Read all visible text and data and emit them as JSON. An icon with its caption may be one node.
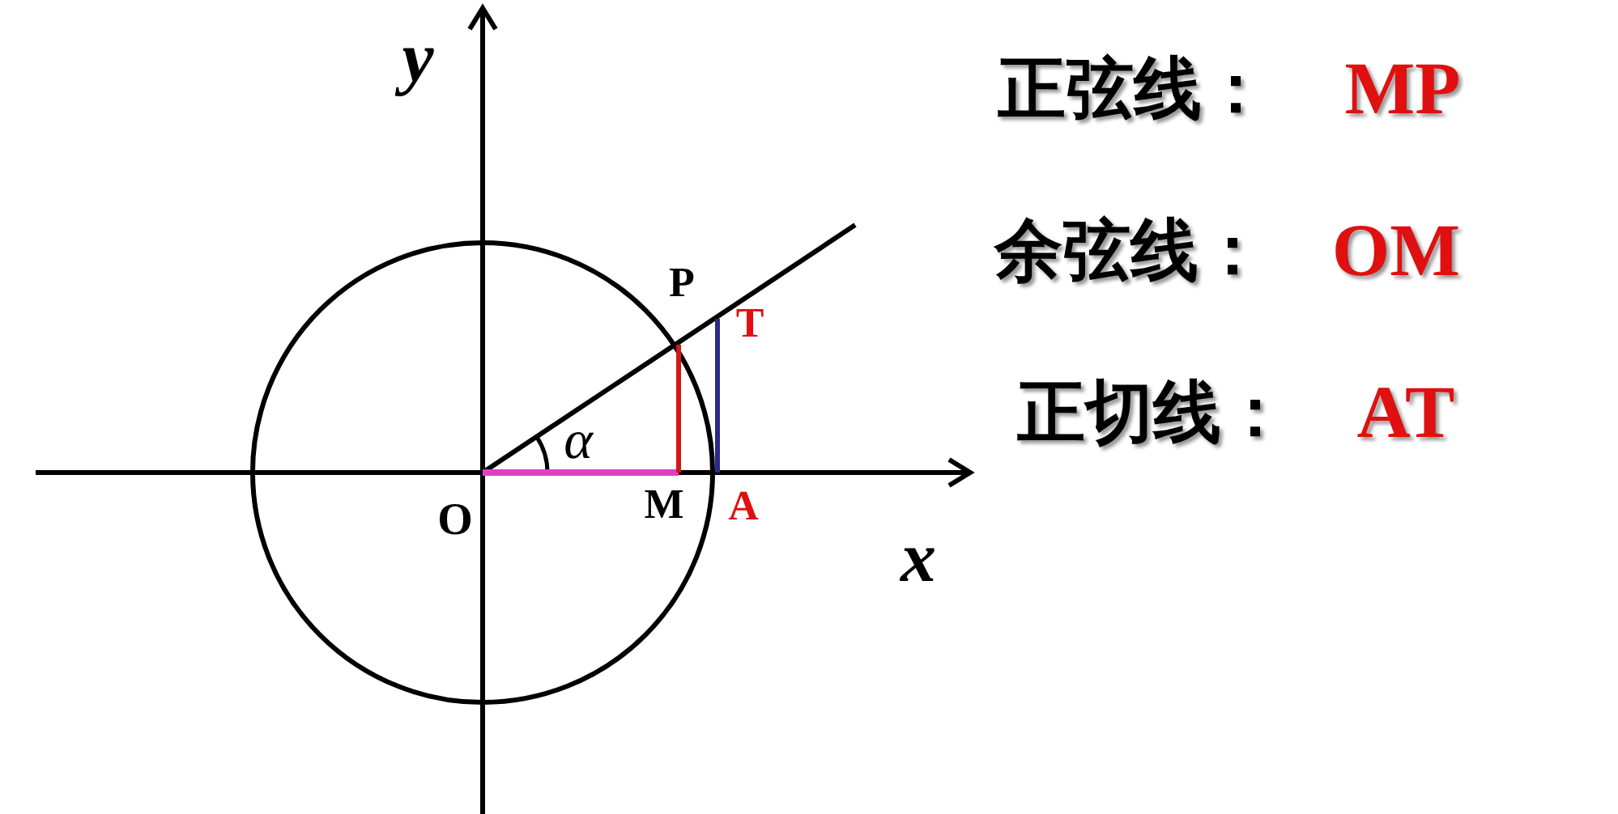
{
  "diagram": {
    "labels": [
      "y",
      "P",
      "T",
      "α",
      "O",
      "M",
      "A",
      "x",
      "正弦线：",
      "MP",
      "余弦线：",
      "OM",
      "正切线：",
      "AT"
    ]
  }
}
